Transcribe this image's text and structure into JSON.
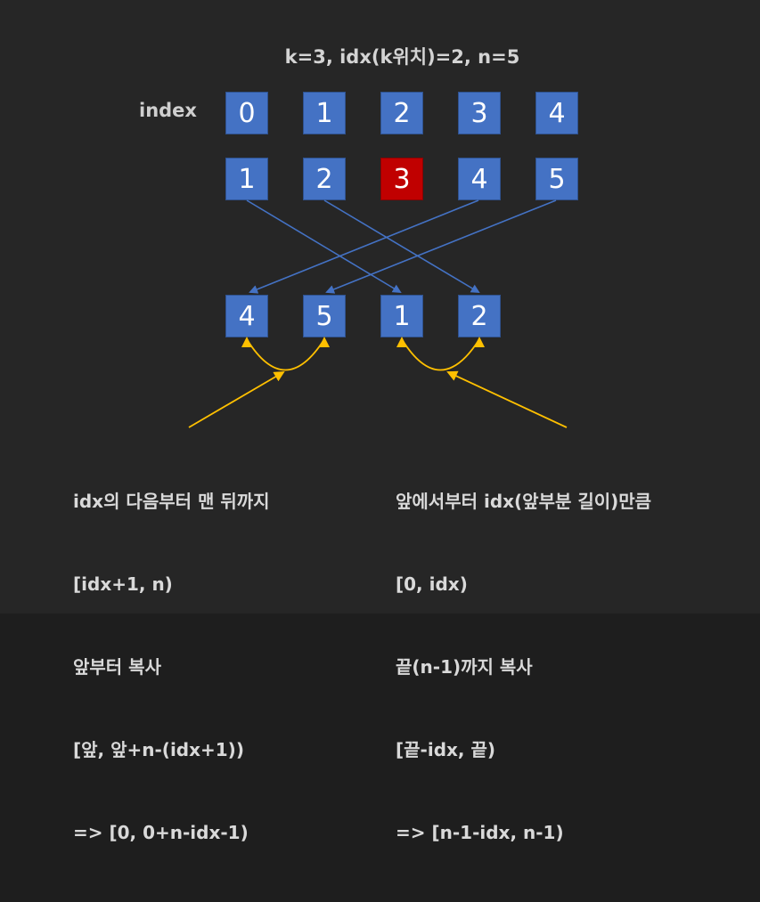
{
  "title": "k=3, idx(k위치)=2, n=5",
  "index_label": "index",
  "index_row": [
    "0",
    "1",
    "2",
    "3",
    "4"
  ],
  "value_row": [
    "1",
    "2",
    "3",
    "4",
    "5"
  ],
  "highlight_index": 2,
  "result_row": [
    "4",
    "5",
    "1",
    "2"
  ],
  "colors": {
    "background": "#262626",
    "cell": "#4472c4",
    "highlight": "#c00000",
    "arrow_blue": "#4472c4",
    "arrow_yellow": "#ffc000"
  },
  "note_left": [
    "idx의 다음부터 맨 뒤까지",
    "[idx+1, n)",
    "앞부터 복사",
    "[앞, 앞+n-(idx+1))",
    "=> [0, 0+n-idx-1)"
  ],
  "note_right": [
    "앞에서부터 idx(앞부분 길이)만큼",
    "[0, idx)",
    "끝(n-1)까지 복사",
    "[끝-idx, 끝)",
    "=> [n-1-idx, n-1)"
  ]
}
